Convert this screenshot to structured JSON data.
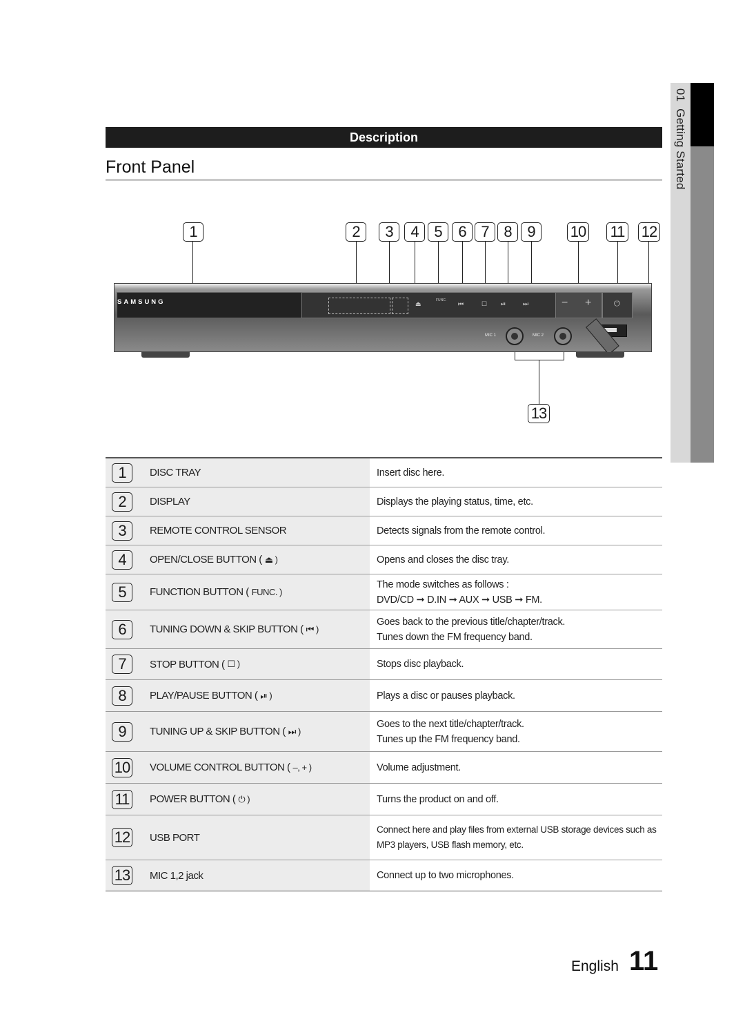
{
  "side_tab": {
    "chapter": "01",
    "label": "Getting Started"
  },
  "header": {
    "bar_title": "Description",
    "page_title": "Front Panel"
  },
  "diagram": {
    "callouts": [
      "1",
      "2",
      "3",
      "4",
      "5",
      "6",
      "7",
      "8",
      "9",
      "10",
      "11",
      "12",
      "13"
    ],
    "brand": "SAMSUNG",
    "mic1_label": "MIC 1",
    "mic2_label": "MIC 2",
    "func_label": "FUNC."
  },
  "table": {
    "rows": [
      {
        "num": "1",
        "label": "DISC TRAY",
        "symbol": "",
        "desc": [
          "Insert disc here."
        ]
      },
      {
        "num": "2",
        "label": "DISPLAY",
        "symbol": "",
        "desc": [
          "Displays the playing status, time, etc."
        ]
      },
      {
        "num": "3",
        "label": "REMOTE CONTROL SENSOR",
        "symbol": "",
        "desc": [
          "Detects signals from the remote control."
        ]
      },
      {
        "num": "4",
        "label": "OPEN/CLOSE BUTTON (",
        "symbol": "⏏ )",
        "desc": [
          "Opens and closes the disc tray."
        ]
      },
      {
        "num": "5",
        "label": "FUNCTION BUTTON (",
        "symbol": "FUNC. )",
        "desc": [
          "The mode switches as follows :",
          "DVD/CD ➞ D.IN ➞ AUX ➞ USB ➞ FM."
        ]
      },
      {
        "num": "6",
        "label": "TUNING DOWN & SKIP BUTTON (",
        "symbol": "⏮ )",
        "desc": [
          "Goes back to the previous title/chapter/track.",
          "Tunes down the FM frequency band."
        ]
      },
      {
        "num": "7",
        "label": "STOP BUTTON (",
        "symbol": "☐ )",
        "desc": [
          "Stops disc playback."
        ]
      },
      {
        "num": "8",
        "label": "PLAY/PAUSE BUTTON (",
        "symbol": "⏯ )",
        "desc": [
          "Plays a disc or pauses playback."
        ]
      },
      {
        "num": "9",
        "label": "TUNING UP & SKIP BUTTON (",
        "symbol": "⏭ )",
        "desc": [
          "Goes to the next title/chapter/track.",
          "Tunes up the FM frequency band."
        ]
      },
      {
        "num": "10",
        "label": "VOLUME CONTROL BUTTON (",
        "symbol": "–, + )",
        "desc": [
          "Volume adjustment."
        ]
      },
      {
        "num": "11",
        "label": "POWER BUTTON (",
        "symbol": "⏻ )",
        "desc": [
          "Turns the product on and off."
        ]
      },
      {
        "num": "12",
        "label": "USB PORT",
        "symbol": "",
        "desc": [
          "Connect here and play files from external USB storage devices such as",
          "MP3 players, USB flash memory, etc."
        ]
      },
      {
        "num": "13",
        "label": "MIC 1,2  jack",
        "symbol": "",
        "desc": [
          "Connect up to two microphones."
        ]
      }
    ]
  },
  "footer": {
    "language": "English",
    "page_number": "11"
  }
}
